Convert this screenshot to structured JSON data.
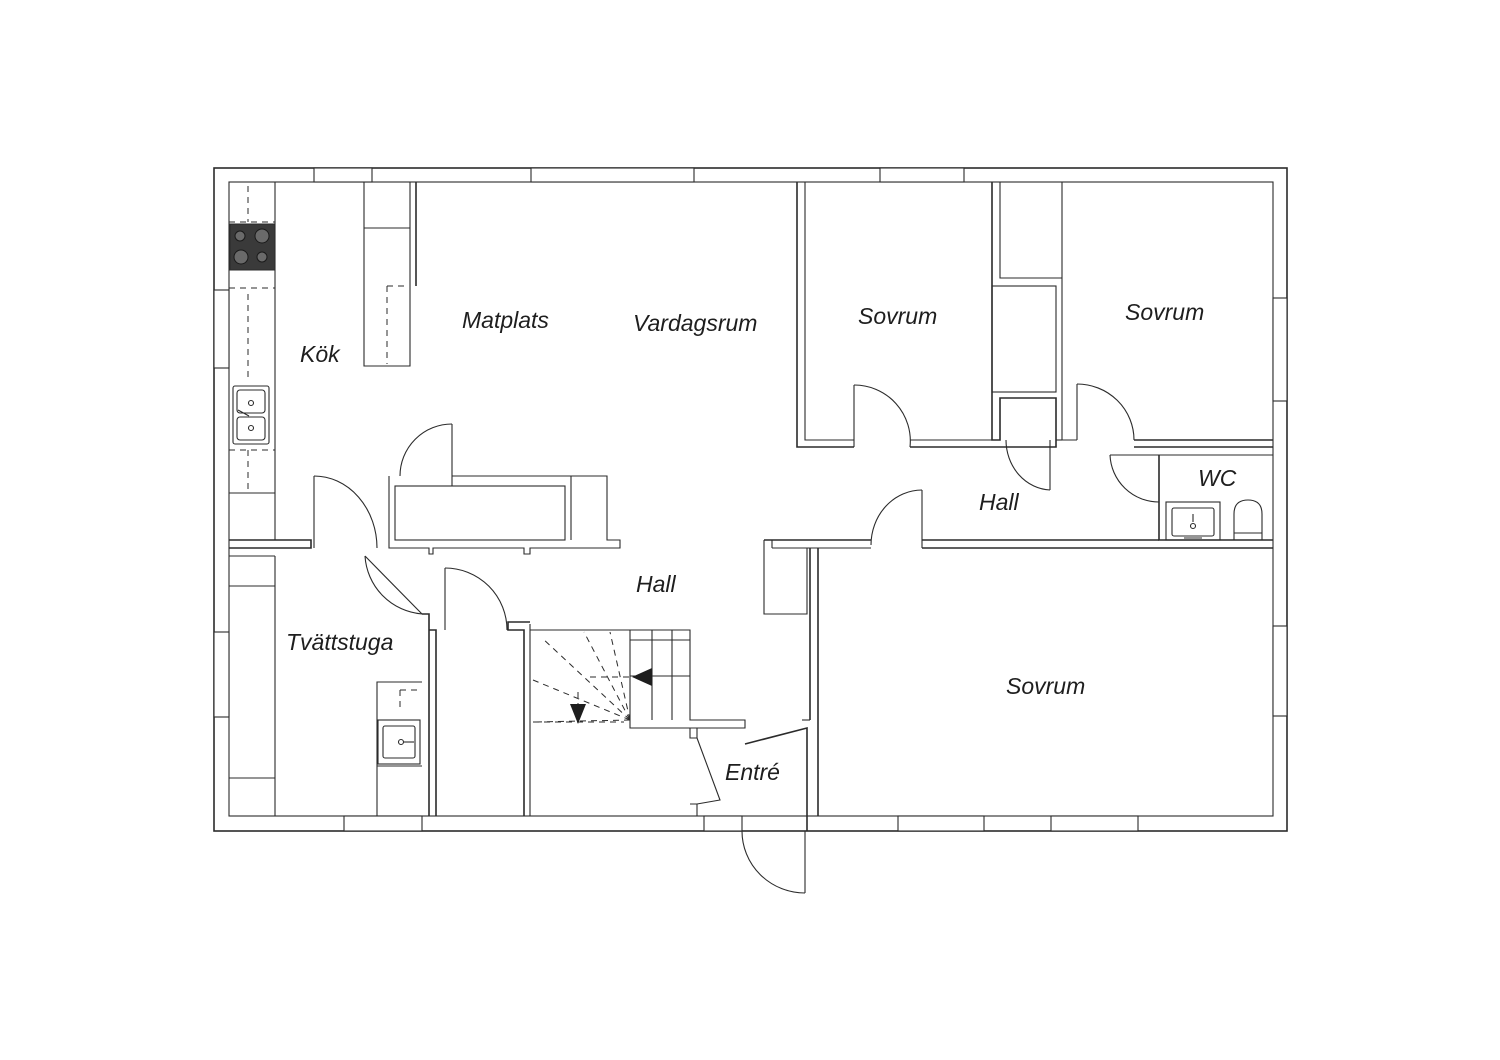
{
  "rooms": {
    "kok": "Kök",
    "matplats": "Matplats",
    "vardagsrum": "Vardagsrum",
    "sovrum_1": "Sovrum",
    "sovrum_2": "Sovrum",
    "sovrum_3": "Sovrum",
    "wc": "WC",
    "hall_upper": "Hall",
    "hall_lower": "Hall",
    "tvattstuga": "Tvättstuga",
    "entre": "Entré"
  },
  "colors": {
    "line": "#2b2b2b",
    "text": "#1e1e1e",
    "background": "#ffffff",
    "stove": "#3a3a3a"
  },
  "icons": [
    "stove-icon",
    "kitchen-sink-icon",
    "laundry-sink-icon",
    "wc-sink-icon",
    "toilet-icon",
    "stair-arrow-icon"
  ]
}
